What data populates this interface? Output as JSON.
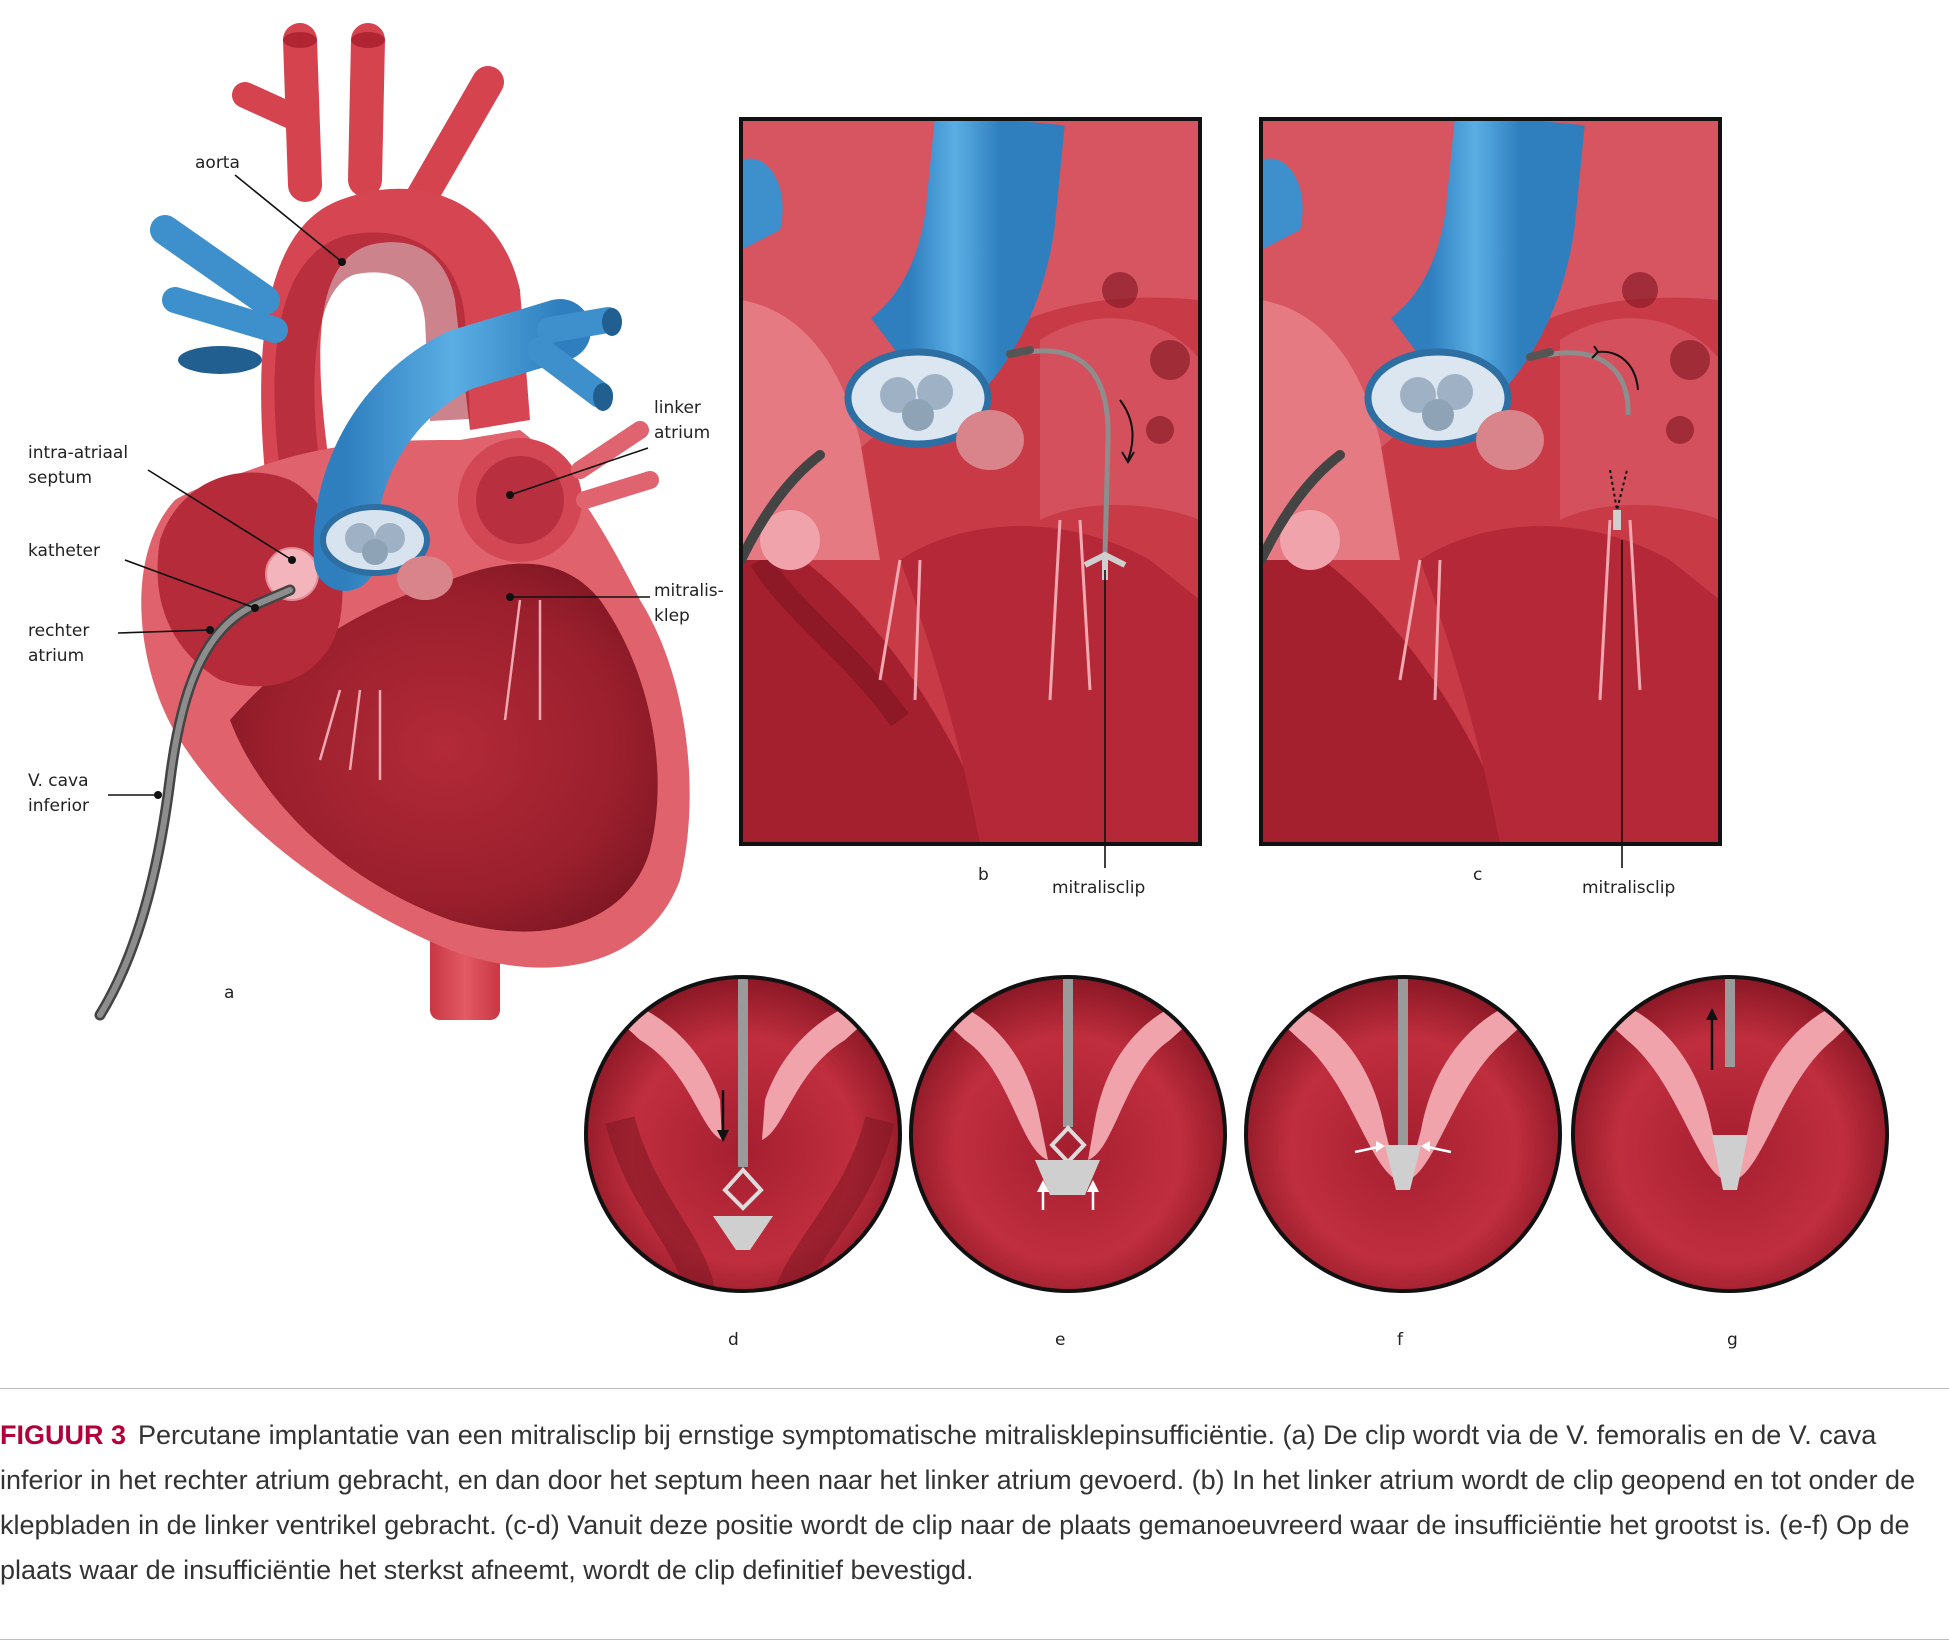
{
  "labels": {
    "aorta": "aorta",
    "septum_1": "intra-atriaal",
    "septum_2": "septum",
    "catheter": "katheter",
    "right_atrium_1": "rechter",
    "right_atrium_2": "atrium",
    "vcava_1": "V. cava",
    "vcava_2": "inferior",
    "left_atrium_1": "linker",
    "left_atrium_2": "atrium",
    "mitral_1": "mitralis-",
    "mitral_2": "klep",
    "clip_b": "mitralisclip",
    "clip_c": "mitralisclip"
  },
  "panels": {
    "a": "a",
    "b": "b",
    "c": "c",
    "d": "d",
    "e": "e",
    "f": "f",
    "g": "g"
  },
  "caption": {
    "figure_label": "FIGUUR 3",
    "text": "Percutane implantatie van een mitralisclip bij ernstige symptomatische mitralisklepinsufficiëntie. (a) De clip wordt via de V. femoralis en de V. cava inferior in het rechter atrium gebracht, en dan door het septum heen naar het linker atrium gevoerd. (b) In het linker atrium wordt de clip geopend en tot onder de klepbladen in de linker ventrikel gebracht. (c-d) Vanuit deze positie wordt de clip naar de plaats gemanoeuvreerd waar de insufficiëntie het grootst is. (e-f) Op de plaats waar de insufficiëntie het sterkst afneemt, wordt de clip definitief bevestigd."
  },
  "colors": {
    "muscle": "#d3434f",
    "muscle_dark": "#8f1b28",
    "tissue_light": "#f0a3ab",
    "vessel_blue": "#3d90cc",
    "catheter": "#7a7a7a",
    "figure_label": "#b3003b"
  }
}
